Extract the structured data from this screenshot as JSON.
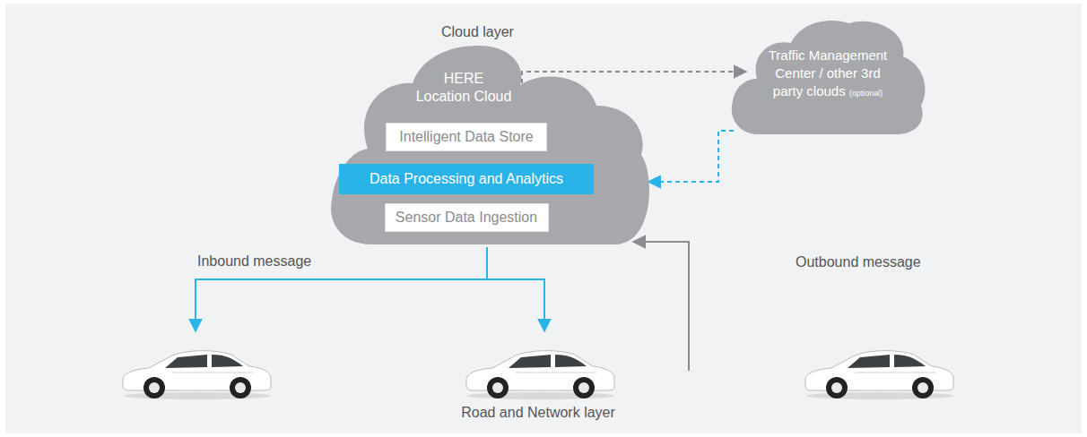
{
  "diagram": {
    "nodes": [
      {
        "text": [
          "HERE Location Cloud"
        ]
      },
      {
        "text": [
          "Intelligent Data Store"
        ],
        "in": 0
      },
      {
        "text": [
          "Data Processing and Analytics"
        ],
        "in": 0
      },
      {
        "text": [
          "Sensor Data Ingestion"
        ],
        "in": 0
      },
      {
        "text": [
          "Traffic Management Center / other 3rd party clouds",
          "(optional)"
        ]
      }
    ],
    "edges": [
      {
        "from": 0,
        "to": 4,
        "arrow": "to"
      },
      {
        "from": 4,
        "to": 0,
        "arrow": "to"
      }
    ],
    "labels": [
      "Cloud layer",
      "Inbound message",
      "Outbound message",
      "Road and Network layer"
    ]
  }
}
